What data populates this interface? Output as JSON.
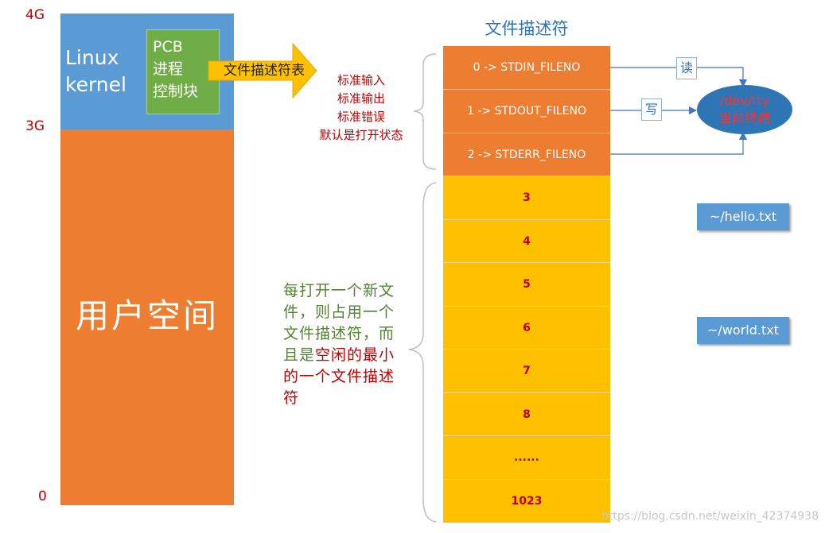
{
  "memory": {
    "addresses": [
      "4G",
      "3G",
      "0"
    ],
    "kernel_label_line1": "Linux",
    "kernel_label_line2": "kernel",
    "pcb_lines": [
      "PCB",
      "进程",
      "控制块"
    ],
    "user_space_label": "用户空间"
  },
  "fd_table_arrow_label": "文件描述符表",
  "std_note_lines": [
    "标准输入",
    "标准输出",
    "标准错误",
    "默认是打开状态"
  ],
  "fd_table": {
    "title": "文件描述符",
    "std_entries": [
      "0 -> STDIN_FILENO",
      "1 -> STDOUT_FILENO",
      "2 -> STDERR_FILENO"
    ],
    "user_entries": [
      "3",
      "4",
      "5",
      "6",
      "7",
      "8",
      "......",
      "1023"
    ]
  },
  "tty": {
    "line1": "/dev/tty",
    "line2": "当前终端"
  },
  "io_labels": {
    "read": "读",
    "write": "写"
  },
  "files": [
    "~/hello.txt",
    "~/world.txt"
  ],
  "allocation_note": {
    "green_part": "每打开一个新文件，则占用一个文件描述符，而且是",
    "red_part": "空闲的最小的一个文件描述符"
  },
  "watermark": "https://blog.csdn.net/weixin_42374938",
  "colors": {
    "kernel": "#5b9bd5",
    "pcb": "#70ad47",
    "user_space": "#ed7d31",
    "std_fd": "#ed7d31",
    "user_fd": "#ffc000",
    "arrow": "#ffc000",
    "tty": "#2e75b6"
  }
}
